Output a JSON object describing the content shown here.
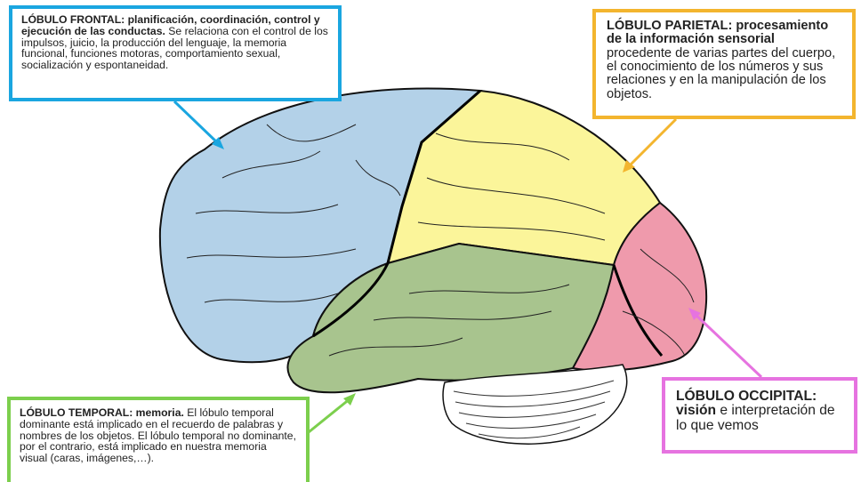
{
  "colors": {
    "frontal": "#b3d1e8",
    "parietal": "#fbf59a",
    "temporal": "#a8c48e",
    "occipital": "#ef9aac",
    "cerebellum": "#ffffff",
    "frontal_border": "#1aa6e0",
    "parietal_border": "#f3b52e",
    "temporal_border": "#7ccf4d",
    "occipital_border": "#e673e0"
  },
  "labels": {
    "frontal": {
      "title": "LÓBULO FRONTAL: planificación, coordinación, control y ejecución de las conductas.",
      "text": " Se relaciona con el control de los impulsos,  juicio, la producción del lenguaje, la memoria funcional, funciones motoras, comportamiento sexual, socialización y espontaneidad."
    },
    "parietal": {
      "title": "LÓBULO PARIETAL: procesamiento de la información sensorial",
      "text": " procedente de varias partes del cuerpo, el conocimiento de los números y sus relaciones y en la manipulación de los objetos."
    },
    "occipital": {
      "title": "LÓBULO OCCIPITAL: visión",
      "text": " e interpretación de lo que vemos"
    },
    "temporal": {
      "title": "LÓBULO TEMPORAL: memoria.",
      "text": " El lóbulo temporal dominante está implicado en el recuerdo de palabras y nombres de los objetos. El lóbulo temporal no dominante, por el contrario, está implicado en nuestra memoria visual (caras, imágenes,…)."
    }
  }
}
